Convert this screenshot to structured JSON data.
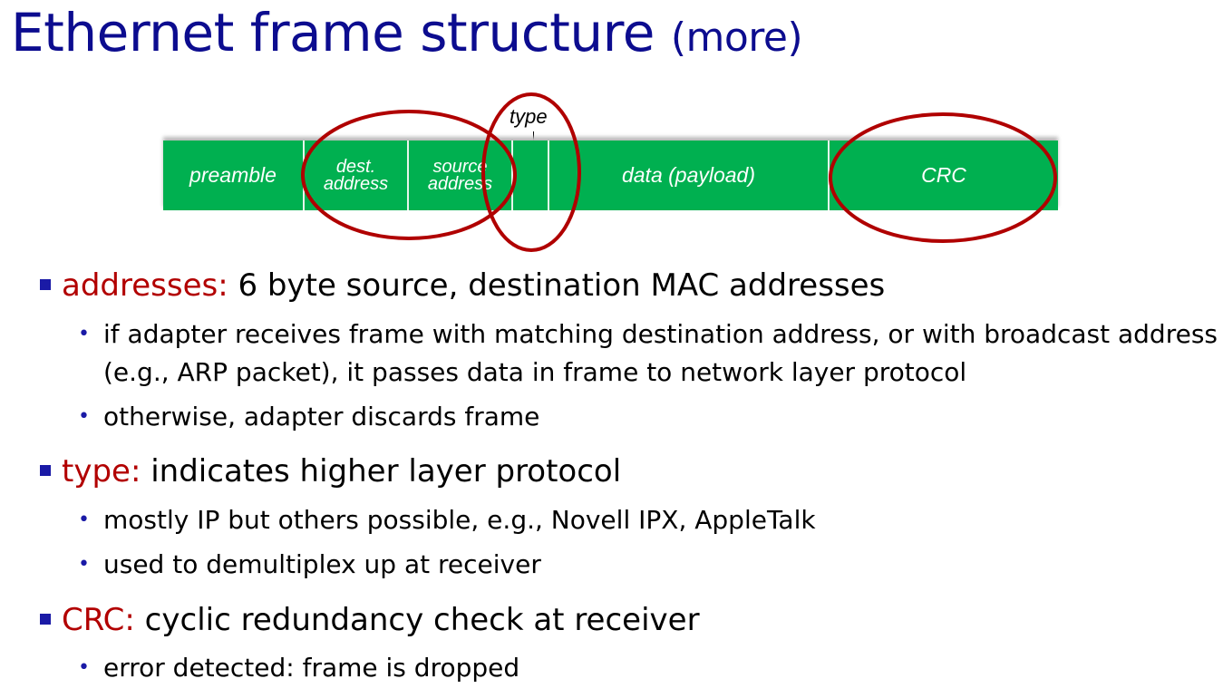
{
  "title": {
    "main": "Ethernet frame structure",
    "sub": "(more)"
  },
  "frame": {
    "fields": [
      "preamble",
      "dest. address",
      "source address",
      "",
      "data (payload)",
      "CRC"
    ],
    "type_label": "type",
    "colors": {
      "field": "#00b050",
      "highlight": "#b00000"
    }
  },
  "bullets": [
    {
      "keyword": "addresses:",
      "text": " 6 byte source, destination MAC addresses",
      "subs": [
        "if adapter receives frame with matching destination address, or with broadcast address (e.g., ARP packet), it passes data in frame to network layer protocol",
        "otherwise, adapter discards frame"
      ]
    },
    {
      "keyword": "type:",
      "text": " indicates higher layer protocol",
      "subs": [
        "mostly IP but others possible, e.g., Novell IPX, AppleTalk",
        "used to demultiplex up at receiver"
      ]
    },
    {
      "keyword": "CRC:",
      "text": " cyclic redundancy check at receiver",
      "subs": [
        "error detected: frame is dropped"
      ]
    }
  ]
}
